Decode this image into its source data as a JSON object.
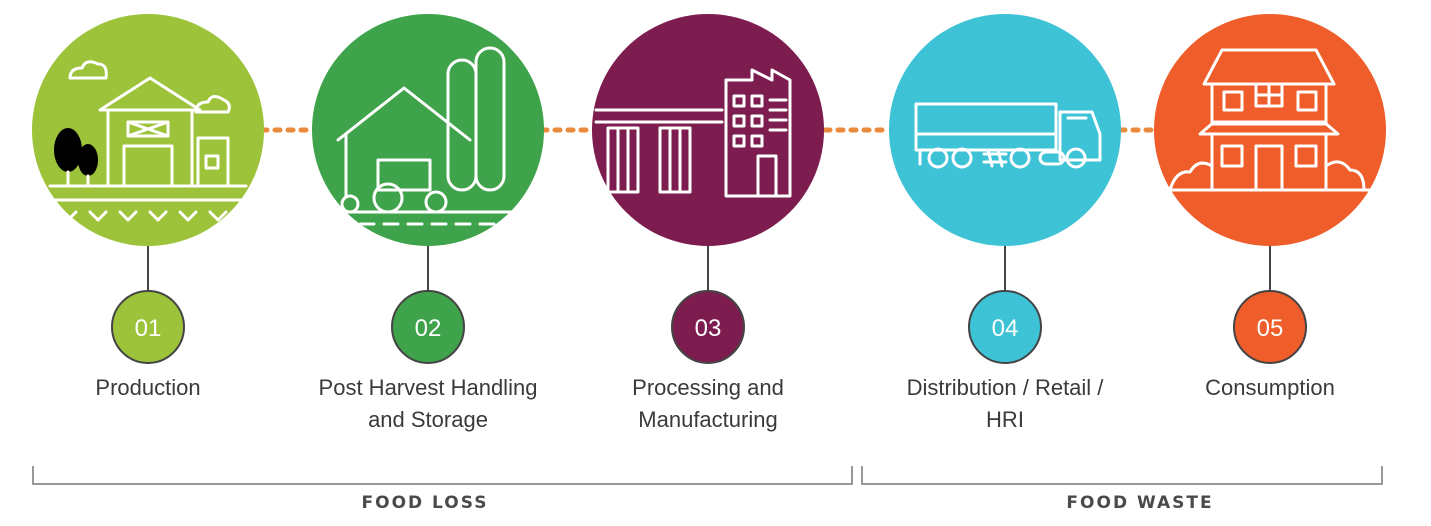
{
  "stages": [
    {
      "number": "01",
      "label": "Production",
      "color": "#9dc33b",
      "icon": "farm-barn-icon"
    },
    {
      "number": "02",
      "label": "Post Harvest Handling and Storage",
      "color": "#3ea34a",
      "icon": "silo-tractor-icon"
    },
    {
      "number": "03",
      "label": "Processing and Manufacturing",
      "color": "#7d1d4f",
      "icon": "factory-icon"
    },
    {
      "number": "04",
      "label": "Distribution / Retail / HRI",
      "color": "#3dc2d6",
      "icon": "truck-icon"
    },
    {
      "number": "05",
      "label": "Consumption",
      "color": "#ef5d2a",
      "icon": "house-icon"
    }
  ],
  "groups": [
    {
      "label": "FOOD LOSS"
    },
    {
      "label": "FOOD WASTE"
    }
  ],
  "colors": {
    "connector": "#e98a3c",
    "line": "#444444",
    "bracket": "#999999"
  }
}
